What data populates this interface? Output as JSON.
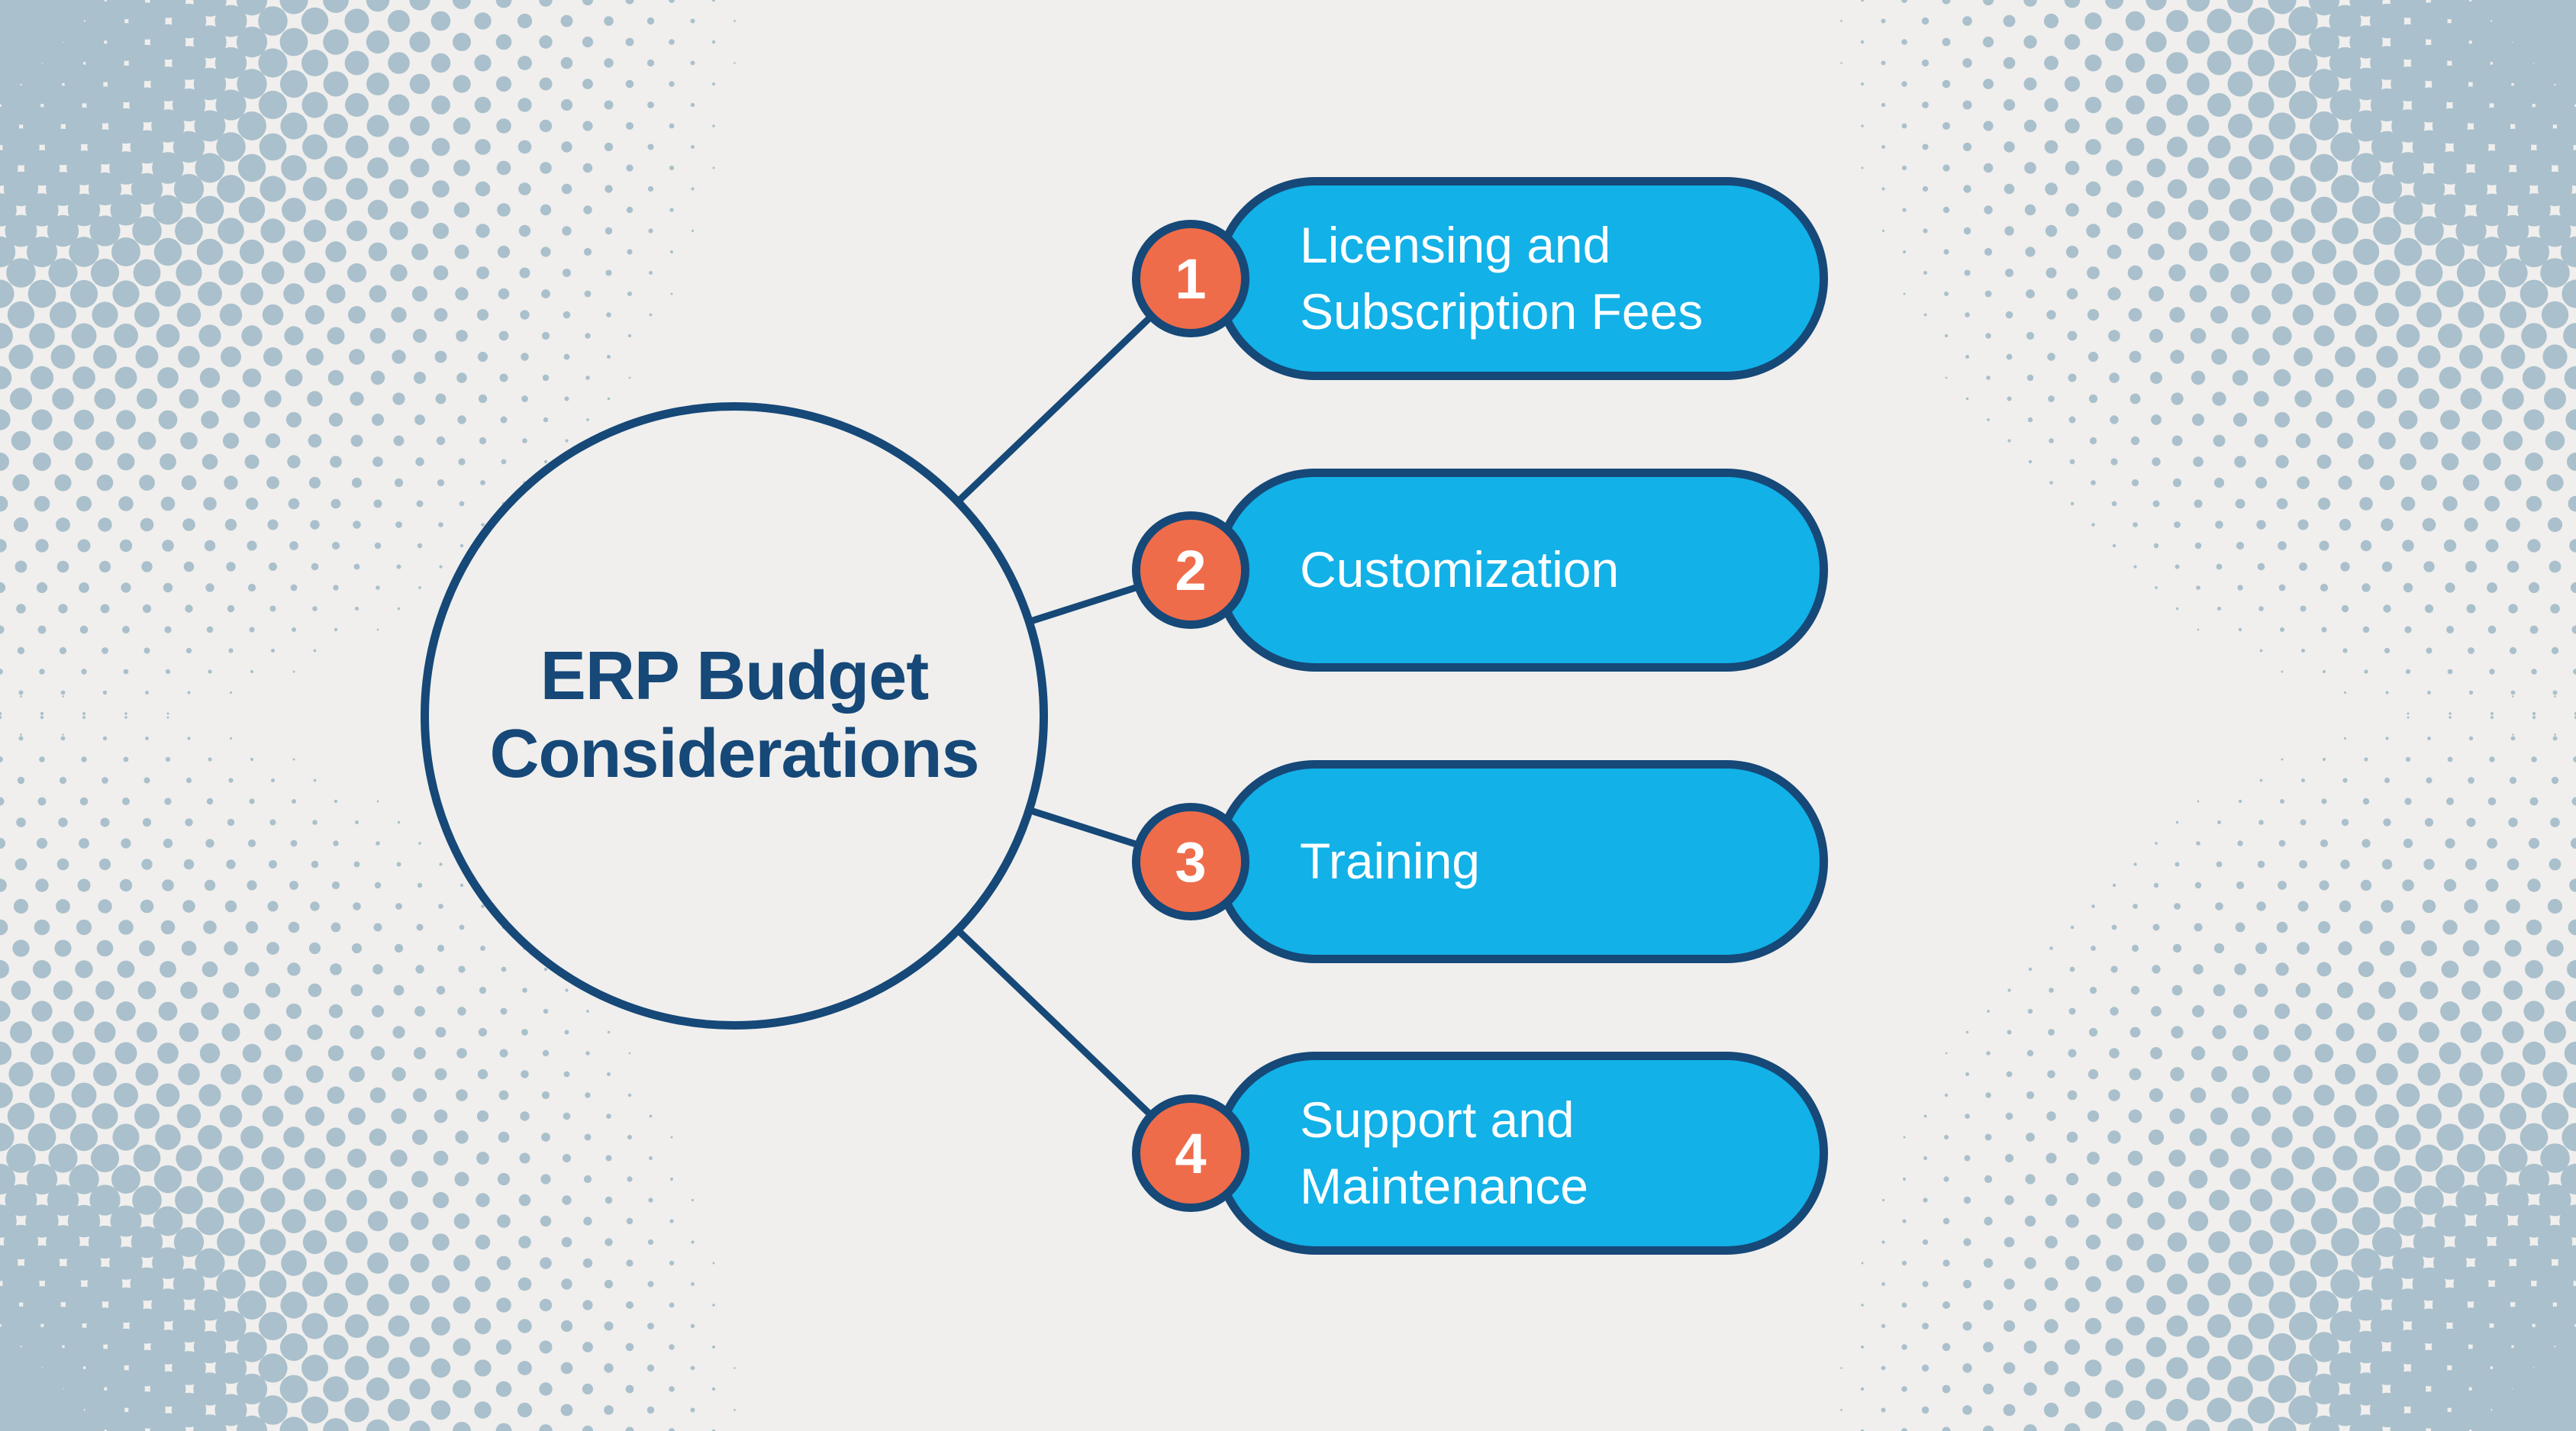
{
  "diagram": {
    "title": "ERP Budget Considerations",
    "items": [
      {
        "number": "1",
        "label": "Licensing and Subscription Fees"
      },
      {
        "number": "2",
        "label": "Customization"
      },
      {
        "number": "3",
        "label": "Training"
      },
      {
        "number": "4",
        "label": "Support and Maintenance"
      }
    ],
    "colors": {
      "background": "#f0efed",
      "navy": "#164878",
      "cyan": "#12b1e7",
      "coral": "#ef6c4a",
      "label_text": "#ffffff",
      "halftone_dot": "#aac0cc"
    }
  }
}
